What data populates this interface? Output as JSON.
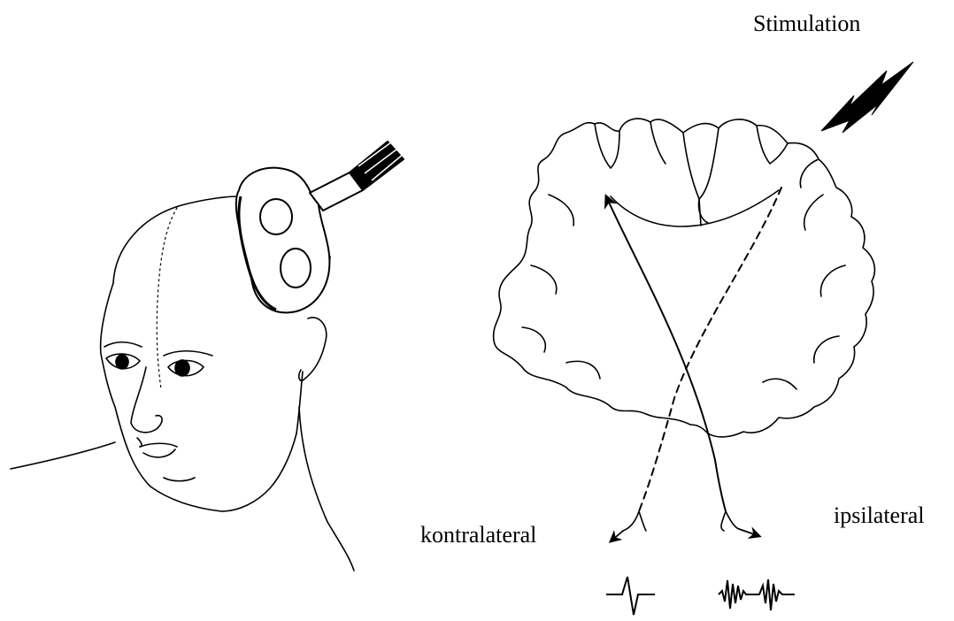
{
  "labels": {
    "stimulation": "Stimulation",
    "kontralateral": "kontralateral",
    "ipsilateral": "ipsilateral"
  },
  "colors": {
    "ink": "#000000",
    "background": "#ffffff"
  }
}
